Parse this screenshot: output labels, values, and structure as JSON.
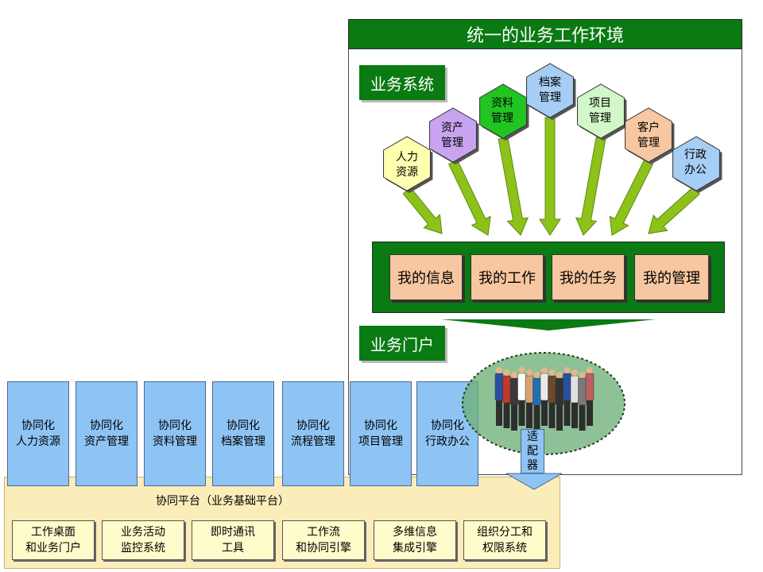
{
  "title": "统一的业务工作环境",
  "business_system_label": "业务系统",
  "business_portal_label": "业务门户",
  "modules": [
    {
      "line1": "人力",
      "line2": "资源",
      "color": "#ffffb0"
    },
    {
      "line1": "资产",
      "line2": "管理",
      "color": "#c8a4f0"
    },
    {
      "line1": "资料",
      "line2": "管理",
      "color": "#22c422"
    },
    {
      "line1": "档案",
      "line2": "管理",
      "color": "#a6cdf4"
    },
    {
      "line1": "项目",
      "line2": "管理",
      "color": "#d2f7c8"
    },
    {
      "line1": "客户",
      "line2": "管理",
      "color": "#f6c7a0"
    },
    {
      "line1": "行政",
      "line2": "办公",
      "color": "#a6cdf4"
    }
  ],
  "portal_items": [
    "我的信息",
    "我的工作",
    "我的任务",
    "我的管理"
  ],
  "collab_columns": [
    {
      "line1": "协同化",
      "line2": "人力资源"
    },
    {
      "line1": "协同化",
      "line2": "资产管理"
    },
    {
      "line1": "协同化",
      "line2": "资料管理"
    },
    {
      "line1": "协同化",
      "line2": "档案管理"
    },
    {
      "line1": "协同化",
      "line2": "流程管理"
    },
    {
      "line1": "协同化",
      "line2": "项目管理"
    },
    {
      "line1": "协同化",
      "line2": "行政办公"
    }
  ],
  "adapter_text": [
    "适",
    "配",
    "器"
  ],
  "platform_label": "协同平台（业务基础平台）",
  "platform_items": [
    {
      "line1": "工作桌面",
      "line2": "和业务门户"
    },
    {
      "line1": "业务活动",
      "line2": "监控系统"
    },
    {
      "line1": "即时通讯",
      "line2": "工具"
    },
    {
      "line1": "工作流",
      "line2": "和协同引擎"
    },
    {
      "line1": "多维信息",
      "line2": "集成引擎"
    },
    {
      "line1": "组织分工和",
      "line2": "权限系统"
    }
  ],
  "colors": {
    "dark_green": "#0a7a12",
    "arrow_green": "#8cc21a",
    "column_blue": "#8ec4f4",
    "portal_peach": "#f6c7a0",
    "platform_yellow": "#fae6a0",
    "sub_box_yellow": "#fffccc"
  }
}
